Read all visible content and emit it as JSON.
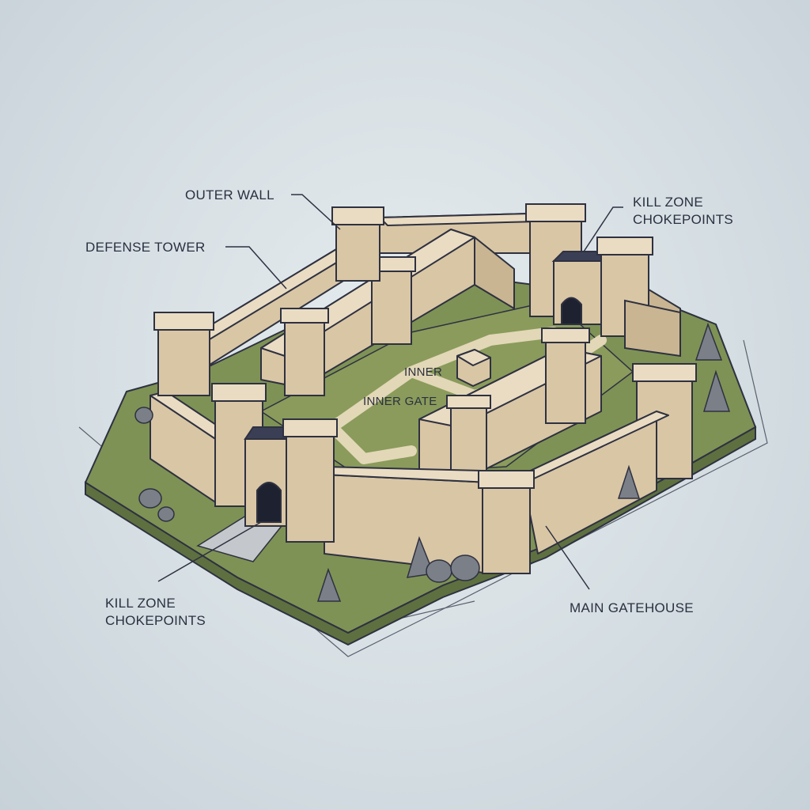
{
  "labels": {
    "outer_wall": "OUTER WALL",
    "defense_tower": "DEFENSE TOWER",
    "kill_zone_top": [
      "KILL ZONE",
      "CHOKEPOINTS"
    ],
    "inner": "INNER",
    "inner_gate": "INNER GATE",
    "kill_zone_bottom": [
      "KILL ZONE",
      "CHOKEPOINTS"
    ],
    "main_gatehouse": "MAIN GATEHOUSE"
  },
  "colors": {
    "stone_light": "#eadcc3",
    "stone_mid": "#d9c6a5",
    "stone_dark": "#b8a282",
    "grass": "#7f9255",
    "grass_dark": "#5f7040",
    "path": "#e2d7b6",
    "rock": "#7b7f88",
    "outline": "#2e3140",
    "gate_dark": "#1e2230"
  }
}
